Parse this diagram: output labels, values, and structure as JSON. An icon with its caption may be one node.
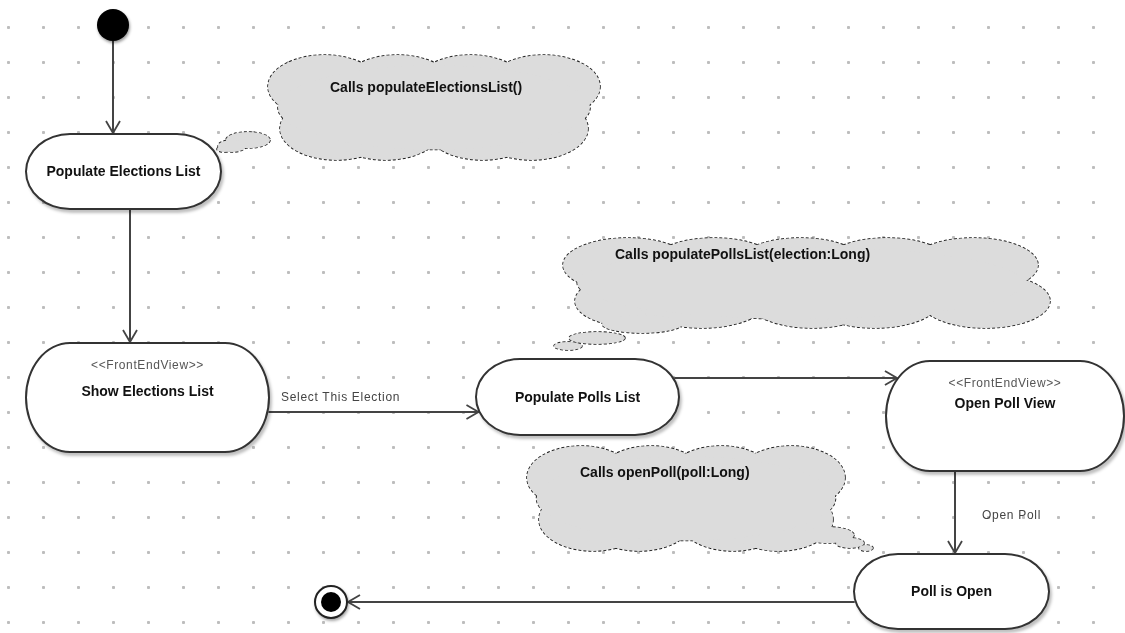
{
  "diagram": {
    "nodes": [
      {
        "text": [],
        "shape": "circle"
      },
      {
        "text": [
          "Calls populateElectionsList()"
        ]
      },
      {
        "text": [
          "Populate Elections List"
        ]
      },
      {
        "text": [
          "Calls populatePollsList(election:Long)"
        ]
      },
      {
        "text": [
          "<<FrontEndView>>",
          "Show Elections List"
        ]
      },
      {
        "text": [
          "Populate Polls List"
        ]
      },
      {
        "text": [
          "<<FrontEndView>>",
          "Open Poll View"
        ]
      },
      {
        "text": [
          "Calls openPoll(poll:Long)"
        ]
      },
      {
        "text": [
          "Poll is Open"
        ]
      },
      {
        "text": [],
        "shape": "circle"
      }
    ],
    "edges": [
      {
        "from": 0,
        "to": 2,
        "arrow": "to"
      },
      {
        "from": 2,
        "to": 4,
        "arrow": "to"
      },
      {
        "from": 4,
        "to": 5,
        "arrow": "to",
        "label": "Select This Election"
      },
      {
        "from": 5,
        "to": 6,
        "arrow": "to"
      },
      {
        "from": 6,
        "to": 8,
        "arrow": "to",
        "label": "Open Poll"
      },
      {
        "from": 8,
        "to": 9,
        "arrow": "to"
      }
    ]
  }
}
